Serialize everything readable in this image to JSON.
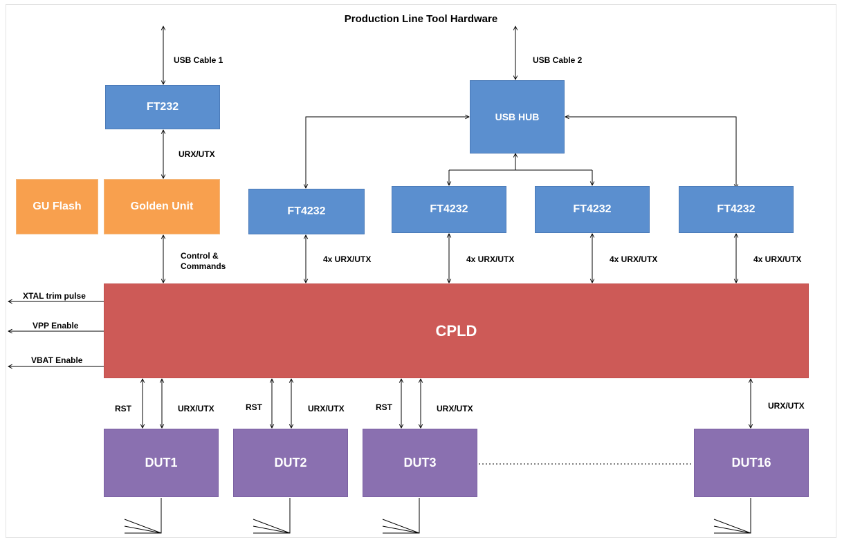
{
  "title": "Production Line Tool Hardware",
  "colors": {
    "ftdi": "#5b8fcf",
    "golden": "#f8a04e",
    "cpld": "#cd5a57",
    "dut": "#8a70b0"
  },
  "boxes": {
    "ft232": "FT232",
    "usb_hub": "USB HUB",
    "gu_flash": "GU Flash",
    "golden_unit": "Golden Unit",
    "ft4232_1": "FT4232",
    "ft4232_2": "FT4232",
    "ft4232_3": "FT4232",
    "ft4232_4": "FT4232",
    "cpld": "CPLD",
    "dut1": "DUT1",
    "dut2": "DUT2",
    "dut3": "DUT3",
    "dut16": "DUT16"
  },
  "labels": {
    "usb_cable_1": "USB Cable 1",
    "usb_cable_2": "USB Cable 2",
    "urx_utx_top": "URX/UTX",
    "control_commands_1": "Control &",
    "control_commands_2": "Commands",
    "quad_1": "4x URX/UTX",
    "quad_2": "4x URX/UTX",
    "quad_3": "4x URX/UTX",
    "quad_4": "4x URX/UTX",
    "xtal_trim": "XTAL trim pulse",
    "vpp_enable": "VPP Enable",
    "vbat_enable": "VBAT Enable",
    "rst_1": "RST",
    "rst_2": "RST",
    "rst_3": "RST",
    "urx_utx_dut1": "URX/UTX",
    "urx_utx_dut2": "URX/UTX",
    "urx_utx_dut3": "URX/UTX",
    "urx_utx_dut16": "URX/UTX"
  }
}
